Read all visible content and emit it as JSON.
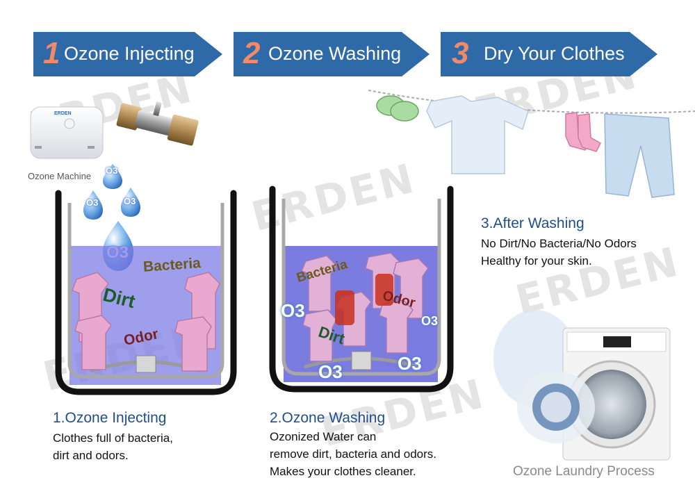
{
  "steps": [
    {
      "number": "1",
      "label": "Ozone Injecting"
    },
    {
      "number": "2",
      "label": "Ozone Washing"
    },
    {
      "number": "3",
      "label": "Dry Your Clothes"
    }
  ],
  "watermark": "ERDEN",
  "colors": {
    "banner": "#2f6aa8",
    "number": "#f08a6a",
    "caption_title": "#1f4e8c",
    "water": "#6b6be0",
    "bacteria": "#6b5a1a",
    "dirt": "#1f5a2a",
    "odor": "#7a1f1f"
  },
  "machine": {
    "label": "Ozone Machine",
    "brand": "ERDEN"
  },
  "tub1": {
    "bacteria": "Bacteria",
    "dirt": "Dirt",
    "odor": "Odor",
    "o3": "O3"
  },
  "tub2": {
    "bacteria": "Bacteria",
    "dirt": "Dirt",
    "odor": "Odor",
    "o3": "O3"
  },
  "captions": {
    "step1": {
      "title": "1.Ozone Injecting",
      "lines": [
        "Clothes full of bacteria,",
        "dirt and odors."
      ]
    },
    "step2": {
      "title": "2.Ozone Washing",
      "lines": [
        "Ozonized Water can",
        "remove dirt, bacteria and odors.",
        "Makes your clothes cleaner."
      ]
    },
    "step3": {
      "title": "3.After Washing",
      "lines": [
        "No Dirt/No Bacteria/No Odors",
        "Healthy for your skin."
      ]
    }
  },
  "footer": "Ozone Laundry Process"
}
